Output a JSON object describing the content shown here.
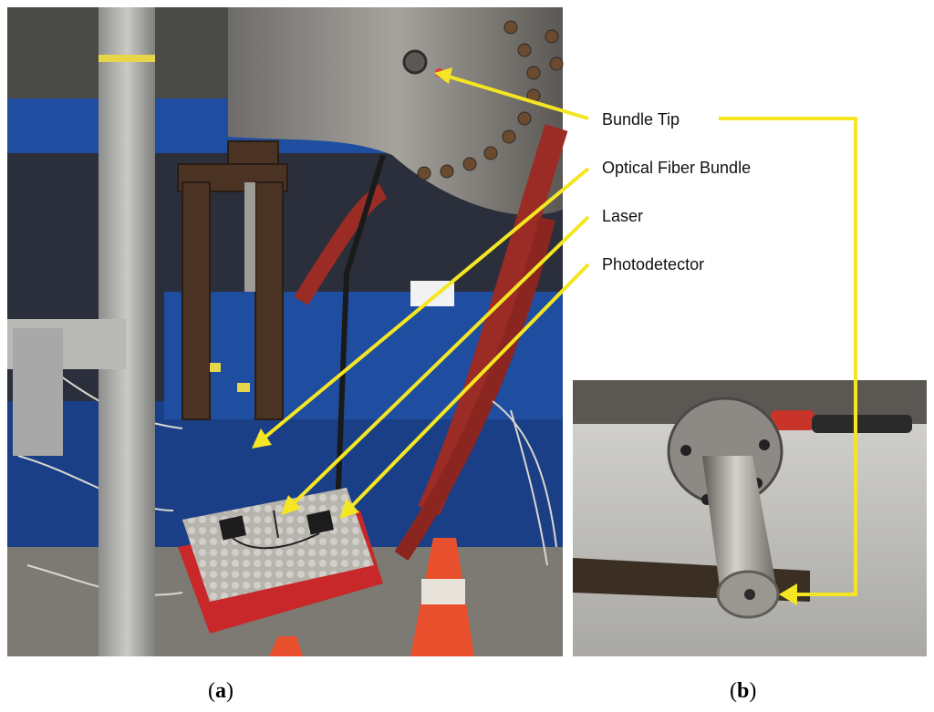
{
  "annotations": {
    "bundle_tip": "Bundle Tip",
    "optical_fiber_bundle": "Optical Fiber Bundle",
    "laser": "Laser",
    "photodetector": "Photodetector"
  },
  "captions": {
    "a_open": "(",
    "a_letter": "a",
    "a_close": ")",
    "b_open": "(",
    "b_letter": "b",
    "b_close": ")"
  },
  "colors": {
    "arrow": "#F4E623",
    "background": "#FFFFFF",
    "machine_blue": "#1F4EA1",
    "hose_red": "#9B2B25",
    "foam_gray": "#BDBAB4",
    "cone_orange": "#E8502D"
  }
}
